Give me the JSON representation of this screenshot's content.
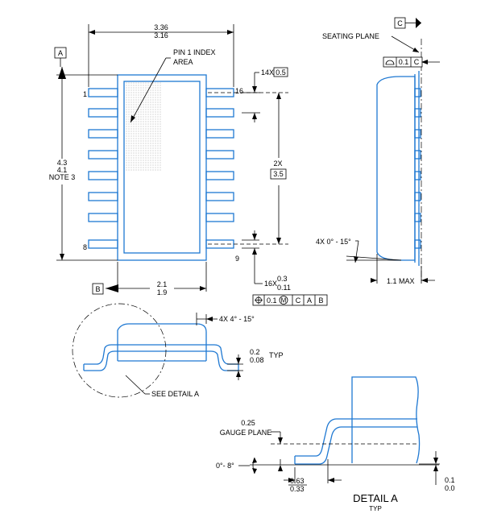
{
  "top_view": {
    "width_max": "3.36",
    "width_min": "3.16",
    "pin1_index_line1": "PIN 1 INDEX",
    "pin1_index_line2": "AREA",
    "pin_1": "1",
    "pin_8": "8",
    "pin_9": "9",
    "pin_16": "16",
    "pitch_count": "14X",
    "pitch_value": "0.5",
    "span_count": "2X",
    "span_value": "3.5",
    "length_max": "4.3",
    "length_min": "4.1",
    "length_note": "NOTE 3",
    "body_width_max": "2.1",
    "body_width_min": "1.9",
    "lead_count": "16X",
    "lead_width_max": "0.3",
    "lead_width_min": "0.11",
    "datum_a": "A",
    "datum_b": "B"
  },
  "fcf_position": {
    "symbol": "position-icon",
    "tolerance": "0.1",
    "modifier": "M",
    "ref_c": "C",
    "ref_a": "A",
    "ref_b": "B"
  },
  "side_view": {
    "datum_c": "C",
    "seating_plane": "SEATING PLANE",
    "flatness_tolerance": "0.1",
    "flatness_ref": "C",
    "angle_label": "4X 0° - 15°",
    "height_label": "1.1 MAX"
  },
  "end_view": {
    "angle_label": "4X 4° - 15°",
    "thickness_max": "0.2",
    "thickness_min": "0.08",
    "thickness_suffix": "TYP",
    "see_detail": "SEE DETAIL A"
  },
  "detail_a": {
    "gauge_value": "0.25",
    "gauge_plane": "GAUGE PLANE",
    "angle_label": "0°- 8°",
    "foot_max": "0.63",
    "foot_min": "0.33",
    "standoff_max": "0.1",
    "standoff_min": "0.0",
    "title": "DETAIL A",
    "subtitle": "TYP"
  }
}
